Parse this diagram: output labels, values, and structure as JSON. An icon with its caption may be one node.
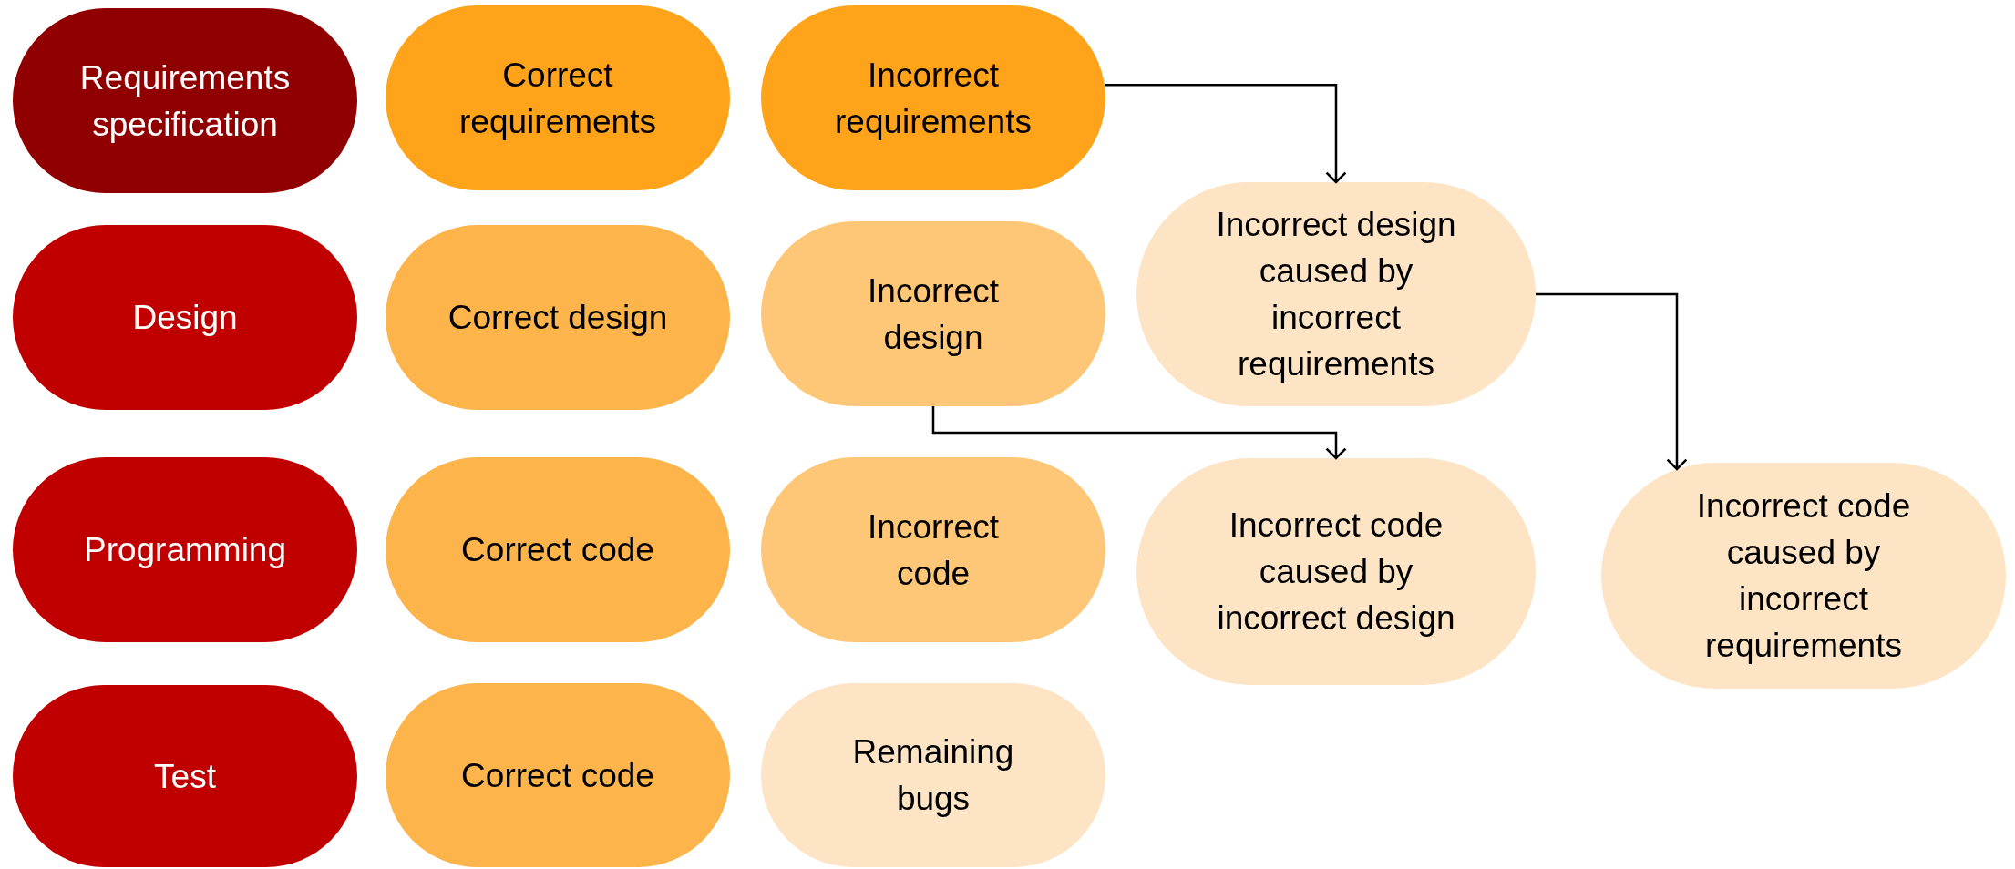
{
  "diagram": {
    "nodes": [
      {
        "text": [
          "Requirements specification"
        ]
      },
      {
        "text": [
          "Correct requirements"
        ]
      },
      {
        "text": [
          "Incorrect requirements"
        ]
      },
      {
        "text": [
          "Design"
        ]
      },
      {
        "text": [
          "Correct design"
        ]
      },
      {
        "text": [
          "Incorrect design"
        ]
      },
      {
        "text": [
          "Incorrect design caused by incorrect requirements"
        ]
      },
      {
        "text": [
          "Programming"
        ]
      },
      {
        "text": [
          "Correct code"
        ]
      },
      {
        "text": [
          "Incorrect code"
        ]
      },
      {
        "text": [
          "Incorrect code caused by incorrect design"
        ]
      },
      {
        "text": [
          "Incorrect code caused by incorrect requirements"
        ]
      },
      {
        "text": [
          "Test"
        ]
      },
      {
        "text": [
          "Correct code"
        ]
      },
      {
        "text": [
          "Remaining bugs"
        ]
      }
    ],
    "edges": [
      {
        "from": 2,
        "to": 6,
        "arrow": "to"
      },
      {
        "from": 6,
        "to": 11,
        "arrow": "to"
      },
      {
        "from": 5,
        "to": 10,
        "arrow": "to"
      }
    ]
  }
}
